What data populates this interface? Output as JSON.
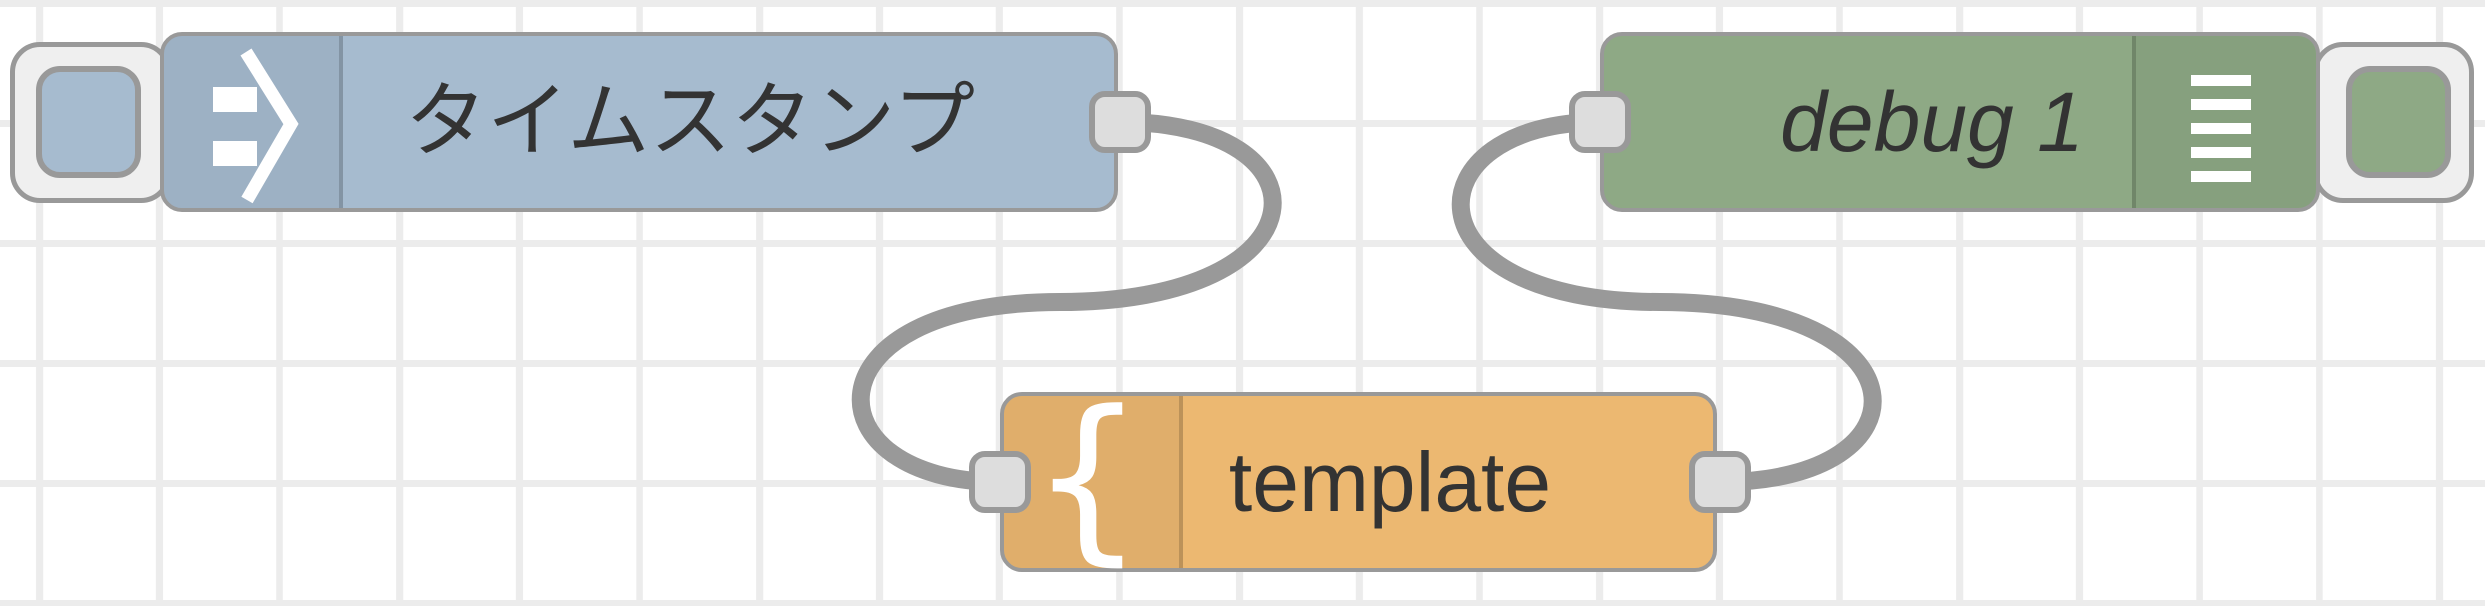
{
  "editor": {
    "type": "node-red-flow-canvas"
  },
  "nodes": {
    "inject": {
      "label": "タイムスタンプ",
      "type": "inject",
      "color": "#a6bbcf",
      "icon": "inject-arrow-icon",
      "has_button": true
    },
    "template": {
      "label": "template",
      "type": "template",
      "color": "#ecb871",
      "icon": "curly-brace-icon",
      "icon_glyph": "{"
    },
    "debug": {
      "label": "debug 1",
      "type": "debug",
      "color": "#8ea985",
      "icon": "debug-list-icon",
      "has_button": true
    }
  },
  "connections": [
    {
      "from": "inject",
      "to": "template"
    },
    {
      "from": "template",
      "to": "debug"
    }
  ],
  "palette": {
    "wire_color": "#999999",
    "grid_line_color": "#ececec",
    "port_color": "#dddddd",
    "node_border_color": "#999999",
    "label_color": "#333333"
  }
}
